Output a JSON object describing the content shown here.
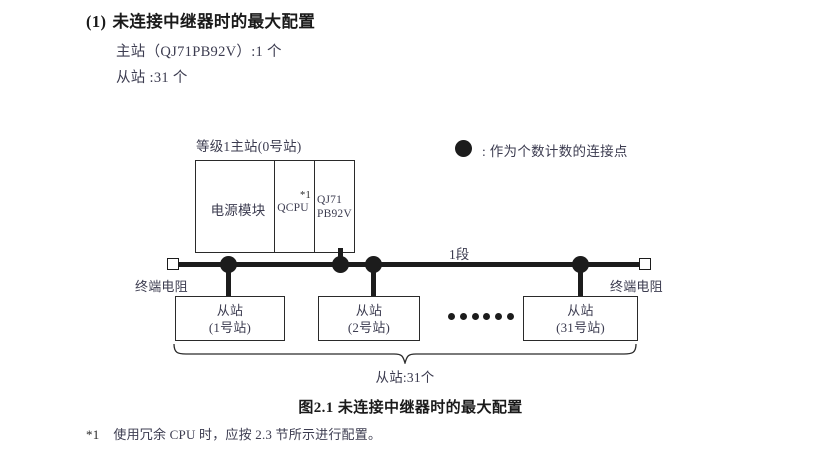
{
  "section": {
    "number": "(1)",
    "title": "未连接中继器时的最大配置",
    "line1": "主站（QJ71PB92V）:1 个",
    "line2": "从站 :31 个"
  },
  "legend": {
    "icon": "filled-circle-icon",
    "text": ": 作为个数计数的连接点"
  },
  "master": {
    "caption": "等级1主站(0号站)",
    "modules": {
      "power": "电源模块",
      "cpu": "QCPU",
      "cpu_footnote_mark": "*1",
      "network_line1": "QJ71",
      "network_line2": "PB92V"
    }
  },
  "network": {
    "segment_label": "1段",
    "terminator_left": "终端电阻",
    "terminator_right": "终端电阻",
    "ellipsis_count": 6
  },
  "slaves": [
    {
      "title": "从站",
      "station": "(1号站)"
    },
    {
      "title": "从站",
      "station": "(2号站)"
    },
    {
      "title": "从站",
      "station": "(31号站)"
    }
  ],
  "brace": {
    "label": "从站:31个"
  },
  "figure": {
    "caption": "图2.1  未连接中继器时的最大配置"
  },
  "footnote": {
    "mark": "*1",
    "text": "使用冗余 CPU 时，应按 2.3 节所示进行配置。"
  },
  "colors": {
    "ink": "#1c1c1c",
    "text": "#3c3c50",
    "heading": "#1a1a1a",
    "paper": "#ffffff"
  }
}
